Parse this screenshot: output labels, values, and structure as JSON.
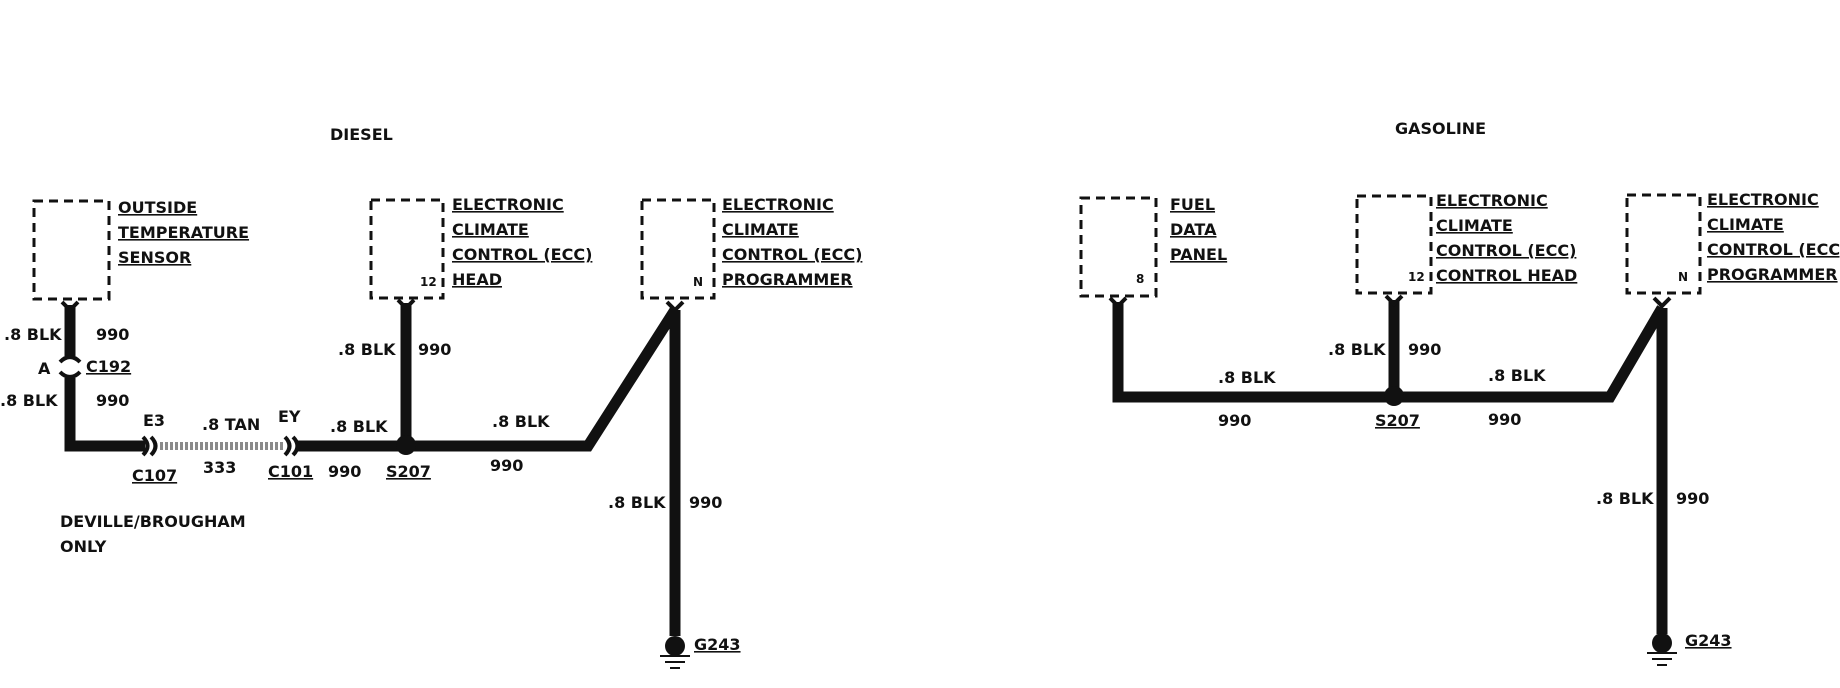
{
  "sections": {
    "diesel": {
      "title": "DIESEL",
      "components": {
        "ots": [
          "OUTSIDE",
          "TEMPERATURE",
          "SENSOR"
        ],
        "ecc_head": [
          "ELECTRONIC",
          "CLIMATE",
          "CONTROL (ECC)",
          "HEAD"
        ],
        "ecc_prog": [
          "ELECTRONIC",
          "CLIMATE",
          "CONTROL (ECC)",
          "PROGRAMMER"
        ]
      },
      "pins": {
        "head": "12",
        "prog": "N"
      },
      "wires": {
        "ots_size": ".8 BLK",
        "ots_circuit": "990",
        "c192_pin": "A",
        "c192": "C192",
        "lower_size": ".8 BLK",
        "lower_circuit": "990",
        "e3": "E3",
        "c107": "C107",
        "tan_size": ".8 TAN",
        "tan_circuit": "333",
        "ey": "EY",
        "c101": "C101",
        "mid_size": ".8 BLK",
        "mid_circuit": "990",
        "s207": "S207",
        "head_size": ".8 BLK",
        "head_circuit": "990",
        "right_size": ".8 BLK",
        "right_circuit": "990",
        "ground_size": ".8 BLK",
        "ground_circuit": "990",
        "ground": "G243"
      },
      "note": [
        "DEVILLE/BROUGHAM",
        "ONLY"
      ]
    },
    "gasoline": {
      "title": "GASOLINE",
      "components": {
        "fdp": [
          "FUEL",
          "DATA",
          "PANEL"
        ],
        "ecc_head": [
          "ELECTRONIC",
          "CLIMATE",
          "CONTROL (ECC)",
          "CONTROL HEAD"
        ],
        "ecc_prog": [
          "ELECTRONIC",
          "CLIMATE",
          "CONTROL (ECC)",
          "PROGRAMMER"
        ]
      },
      "pins": {
        "fdp": "8",
        "head": "12",
        "prog": "N"
      },
      "wires": {
        "left_size": ".8 BLK",
        "left_circuit": "990",
        "head_size": ".8 BLK",
        "head_circuit": "990",
        "s207": "S207",
        "right_size": ".8 BLK",
        "right_circuit": "990",
        "ground_size": ".8 BLK",
        "ground_circuit": "990",
        "ground": "G243"
      }
    }
  }
}
